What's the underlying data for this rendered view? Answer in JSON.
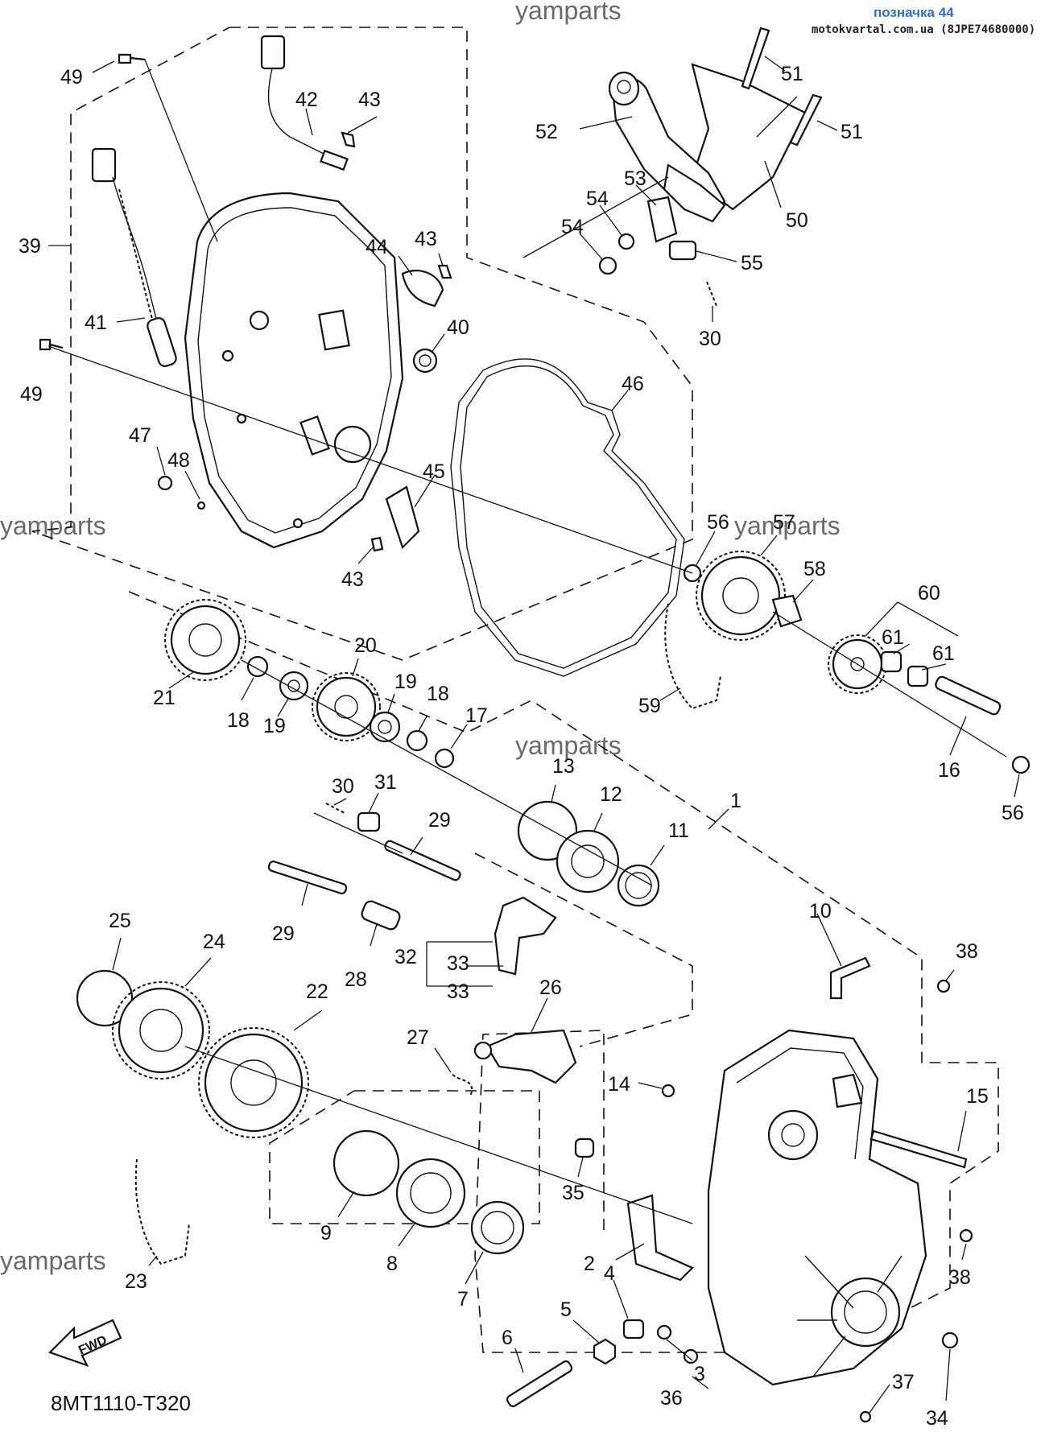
{
  "header": {
    "title": "позначка 44",
    "subtitle": "motokvartal.com.ua (8JPE74680000)"
  },
  "watermarks": [
    "yamparts",
    "yamparts",
    "yamparts",
    "yamparts",
    "yamparts",
    "yamparts"
  ],
  "diagram_code": "8MT1110-T320",
  "fwd_label": "FWD",
  "callouts": {
    "c49a": "49",
    "c42": "42",
    "c43a": "43",
    "c39": "39",
    "c44": "44",
    "c43b": "43",
    "c41": "41",
    "c40": "40",
    "c49b": "49",
    "c46": "46",
    "c47": "47",
    "c48": "48",
    "c45": "45",
    "c43c": "43",
    "c51a": "51",
    "c51b": "51",
    "c52": "52",
    "c53": "53",
    "c54a": "54",
    "c54b": "54",
    "c55": "55",
    "c50": "50",
    "c30a": "30",
    "c56a": "56",
    "c57": "57",
    "c58": "58",
    "c60": "60",
    "c61a": "61",
    "c61b": "61",
    "c59": "59",
    "c16": "16",
    "c56b": "56",
    "c21": "21",
    "c18a": "18",
    "c19a": "19",
    "c20": "20",
    "c19b": "19",
    "c18b": "18",
    "c17": "17",
    "c13": "13",
    "c12": "12",
    "c11": "11",
    "c1": "1",
    "c30b": "30",
    "c31": "31",
    "c29a": "29",
    "c29b": "29",
    "c28": "28",
    "c10": "10",
    "c38a": "38",
    "c25": "25",
    "c24": "24",
    "c32": "32",
    "c33a": "33",
    "c33b": "33",
    "c22": "22",
    "c26": "26",
    "c27": "27",
    "c14": "14",
    "c15": "15",
    "c35": "35",
    "c9": "9",
    "c8": "8",
    "c7": "7",
    "c2": "2",
    "c38b": "38",
    "c23": "23",
    "c4": "4",
    "c5": "5",
    "c3": "3",
    "c6": "6",
    "c37": "37",
    "c34": "34",
    "c36": "36"
  }
}
